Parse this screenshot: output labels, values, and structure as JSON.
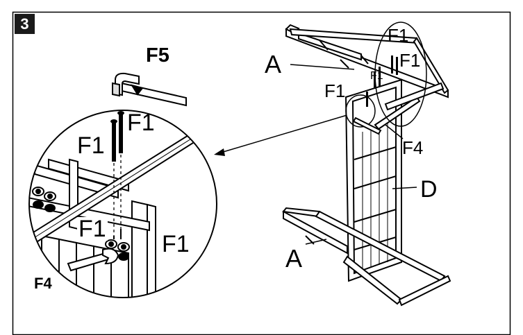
{
  "step": {
    "number": "3"
  },
  "detail_view": {
    "labels": {
      "f5": "F5",
      "f1_top": "F1",
      "f1_left": "F1",
      "f1_mid": "F1",
      "f1_right": "F1",
      "f4": "F4"
    }
  },
  "main_view": {
    "labels": {
      "a_top": "A",
      "a_bottom": "A",
      "d": "D",
      "f4": "F4",
      "f1_oval_top": "F1",
      "f1_oval_right": "F1",
      "f1_small": "F1",
      "f1_left": "F1"
    }
  }
}
